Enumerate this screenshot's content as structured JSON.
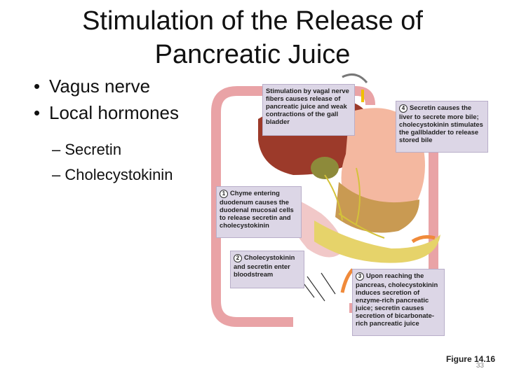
{
  "slide": {
    "title_line1": "Stimulation of the Release of",
    "title_line2": "Pancreatic Juice",
    "bullets": [
      "Vagus nerve",
      "Local hormones"
    ],
    "sub_bullets": [
      "– Secretin",
      "– Cholecystokinin"
    ]
  },
  "figure": {
    "callout_vagal": "Stimulation by vagal nerve fibers causes release of pancreatic juice and weak contractions of the gall bladder",
    "callout_1_num": "1",
    "callout_1": "Chyme entering duodenum causes the duodenal mucosal cells to release secretin and cholecystokinin",
    "callout_2_num": "2",
    "callout_2": "Cholecystokinin and secretin enter bloodstream",
    "callout_3_num": "3",
    "callout_3": "Upon reaching the pancreas, cholecystokinin induces secretion of enzyme-rich pancreatic juice; secretin causes secretion of bicarbonate-rich pancreatic juice",
    "callout_4_num": "4",
    "callout_4": "Secretin causes the liver to secrete more bile; cholecystokinin stimulates the gallbladder to release stored bile",
    "label": "Figure 14.16",
    "page_number": "33"
  },
  "colors": {
    "vessel": "#e9a3a6",
    "liver": "#9c3a2a",
    "stomach": "#f4b8a0",
    "pancreas": "#e6d36a",
    "gallbladder": "#8d8a3a",
    "callout_bg": "#dcd6e6",
    "arrow": "#f08a3a"
  }
}
